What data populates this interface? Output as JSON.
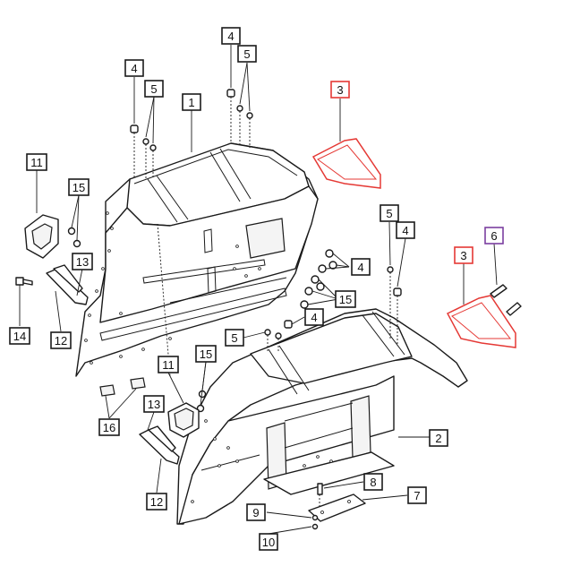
{
  "callout_colors": {
    "default": "#1a1a1a",
    "highlight_red": "#e53935",
    "highlight_purple": "#7b3fa0"
  },
  "callouts": [
    {
      "id": "c1",
      "label": "1",
      "color": "default"
    },
    {
      "id": "c2",
      "label": "2",
      "color": "default"
    },
    {
      "id": "c3a",
      "label": "3",
      "color": "highlight_red"
    },
    {
      "id": "c3b",
      "label": "3",
      "color": "highlight_red"
    },
    {
      "id": "c4a",
      "label": "4",
      "color": "default"
    },
    {
      "id": "c4b",
      "label": "4",
      "color": "default"
    },
    {
      "id": "c4c",
      "label": "4",
      "color": "default"
    },
    {
      "id": "c4d",
      "label": "4",
      "color": "default"
    },
    {
      "id": "c4e",
      "label": "4",
      "color": "default"
    },
    {
      "id": "c5a",
      "label": "5",
      "color": "default"
    },
    {
      "id": "c5b",
      "label": "5",
      "color": "default"
    },
    {
      "id": "c5c",
      "label": "5",
      "color": "default"
    },
    {
      "id": "c5d",
      "label": "5",
      "color": "default"
    },
    {
      "id": "c6",
      "label": "6",
      "color": "highlight_purple"
    },
    {
      "id": "c7",
      "label": "7",
      "color": "default"
    },
    {
      "id": "c8",
      "label": "8",
      "color": "default"
    },
    {
      "id": "c9",
      "label": "9",
      "color": "default"
    },
    {
      "id": "c10",
      "label": "10",
      "color": "default"
    },
    {
      "id": "c11a",
      "label": "11",
      "color": "default"
    },
    {
      "id": "c11b",
      "label": "11",
      "color": "default"
    },
    {
      "id": "c12a",
      "label": "12",
      "color": "default"
    },
    {
      "id": "c12b",
      "label": "12",
      "color": "default"
    },
    {
      "id": "c13a",
      "label": "13",
      "color": "default"
    },
    {
      "id": "c13b",
      "label": "13",
      "color": "default"
    },
    {
      "id": "c14",
      "label": "14",
      "color": "default"
    },
    {
      "id": "c15a",
      "label": "15",
      "color": "default"
    },
    {
      "id": "c15b",
      "label": "15",
      "color": "default"
    },
    {
      "id": "c15c",
      "label": "15",
      "color": "default"
    },
    {
      "id": "c16",
      "label": "16",
      "color": "default"
    }
  ]
}
